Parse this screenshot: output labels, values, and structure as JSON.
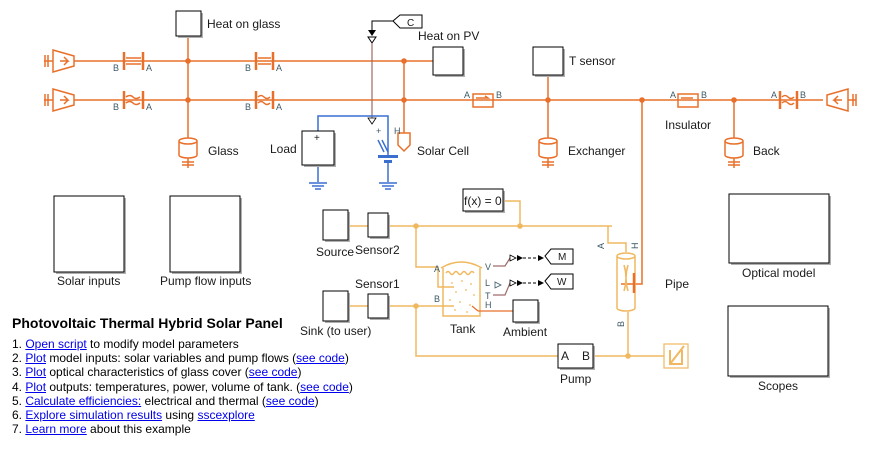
{
  "model": {
    "title": "Photovoltaic Thermal Hybrid Solar Panel",
    "colors": {
      "thermal": "#e8702a",
      "electrical": "#3a6fd0",
      "thermal_liquid": "#f0b860",
      "signal": "#9e6a6a",
      "link": "#0000ee"
    }
  },
  "blocks": {
    "heat_on_glass": "Heat on glass",
    "heat_on_pv": "Heat on PV",
    "t_sensor": "T sensor",
    "glass": "Glass",
    "load": "Load",
    "solar_cell": "Solar Cell",
    "exchanger": "Exchanger",
    "insulator": "Insulator",
    "back": "Back",
    "solar_inputs": "Solar inputs",
    "pump_flow_inputs": "Pump flow inputs",
    "source": "Source",
    "sensor2": "Sensor2",
    "sensor1": "Sensor1",
    "sink": "Sink (to user)",
    "tank": "Tank",
    "ambient": "Ambient",
    "pipe": "Pipe",
    "pump": "Pump",
    "optical_model": "Optical model",
    "scopes": "Scopes",
    "solver": "f(x) = 0",
    "goto_c": "C",
    "goto_m": "M",
    "goto_w": "W"
  },
  "ports": {
    "a": "A",
    "b": "B",
    "v": "V",
    "l": "L",
    "t": "T",
    "h": "H",
    "plus": "+"
  },
  "steps": [
    {
      "num": "1. ",
      "parts": [
        {
          "link": "Open script"
        },
        {
          "text": " to modify model parameters"
        }
      ]
    },
    {
      "num": "2. ",
      "parts": [
        {
          "link": "Plot"
        },
        {
          "text": " model inputs: solar variables and pump flows ("
        },
        {
          "link": "see code"
        },
        {
          "text": ")"
        }
      ]
    },
    {
      "num": "3. ",
      "parts": [
        {
          "link": "Plot"
        },
        {
          "text": " optical characteristics of glass cover ("
        },
        {
          "link": "see code"
        },
        {
          "text": ")"
        }
      ]
    },
    {
      "num": "4. ",
      "parts": [
        {
          "link": "Plot"
        },
        {
          "text": " outputs: temperatures, power, volume of tank. ("
        },
        {
          "link": "see code"
        },
        {
          "text": ")"
        }
      ]
    },
    {
      "num": "5. ",
      "parts": [
        {
          "link": "Calculate efficiencies:"
        },
        {
          "text": " electrical and thermal ("
        },
        {
          "link": "see code"
        },
        {
          "text": ")"
        }
      ]
    },
    {
      "num": "6. ",
      "parts": [
        {
          "link": "Explore simulation results"
        },
        {
          "text": " using "
        },
        {
          "link": "sscexplore"
        }
      ]
    },
    {
      "num": "7. ",
      "parts": [
        {
          "link": "Learn more"
        },
        {
          "text": " about this example"
        }
      ]
    }
  ]
}
